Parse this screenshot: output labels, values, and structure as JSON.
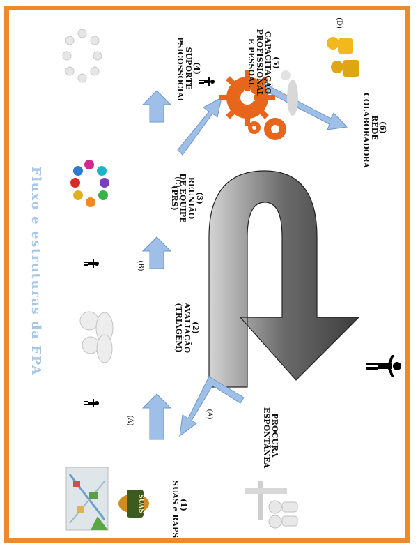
{
  "title": "Fluxo e estruturas da FPA",
  "nodes": {
    "n1": {
      "num": "(1)",
      "label": "SUAS e RAPS",
      "logo": "SUAS"
    },
    "n2": {
      "num": "(2)",
      "label1": "AVALIAÇÃO",
      "label2": "(TRIAGEM)"
    },
    "n3": {
      "num": "(3)",
      "label1": "REUNIÃO",
      "label2": "DE EQUIPE",
      "label3": "(PRS)"
    },
    "n4": {
      "num": "(4)",
      "label1": "SUPORTE",
      "label2": "PSICOSSOCIAL"
    },
    "n5": {
      "num": "(5)",
      "label1": "CAPACITAÇÃO",
      "label2": "PROFISSIONAL",
      "label3": "E PESSOAL"
    },
    "n6": {
      "num": "(6)",
      "label1": "REDE",
      "label2": "COLABORADORA"
    },
    "procura": {
      "label1": "PROCURA",
      "label2": "ESPONTÂNEA"
    }
  },
  "edge_labels": {
    "a1": "(A)",
    "a2": "(A)",
    "b": "(B)",
    "c": "(C)",
    "d": "(D)"
  },
  "colors": {
    "border": "#ee8a2a",
    "arrow": "#9ec0e8",
    "arrow_stroke": "#6e97c9",
    "gear": "#e8661c",
    "title": "#a8c6e6"
  }
}
